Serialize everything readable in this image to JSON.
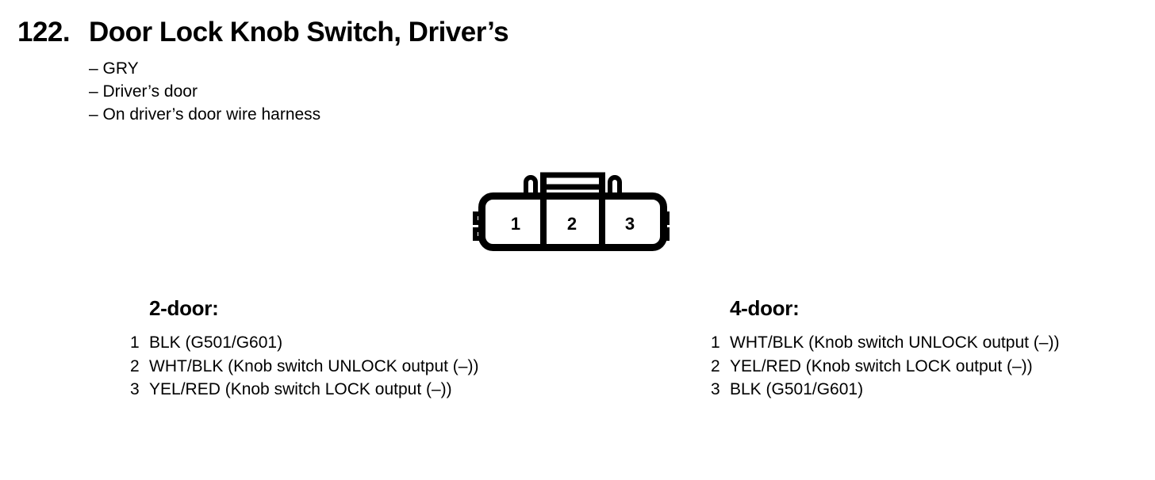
{
  "page": {
    "item_number": "122.",
    "title": "Door Lock Knob Switch, Driver’s",
    "bullets": [
      "– GRY",
      "– Driver’s door",
      "– On driver’s door wire harness"
    ]
  },
  "connector": {
    "description": "3-cavity connector, front view",
    "pins": [
      "1",
      "2",
      "3"
    ]
  },
  "sections": [
    {
      "heading": "2-door:",
      "rows": [
        {
          "pin": "1",
          "desc": "BLK (G501/G601)"
        },
        {
          "pin": "2",
          "desc": "WHT/BLK (Knob switch UNLOCK output (–))"
        },
        {
          "pin": "3",
          "desc": "YEL/RED (Knob switch LOCK output (–))"
        }
      ]
    },
    {
      "heading": "4-door:",
      "rows": [
        {
          "pin": "1",
          "desc": "WHT/BLK (Knob switch UNLOCK output (–))"
        },
        {
          "pin": "2",
          "desc": "YEL/RED (Knob switch LOCK output (–))"
        },
        {
          "pin": "3",
          "desc": "BLK (G501/G601)"
        }
      ]
    }
  ],
  "colors": {
    "ink": "#000000",
    "background": "#ffffff"
  }
}
